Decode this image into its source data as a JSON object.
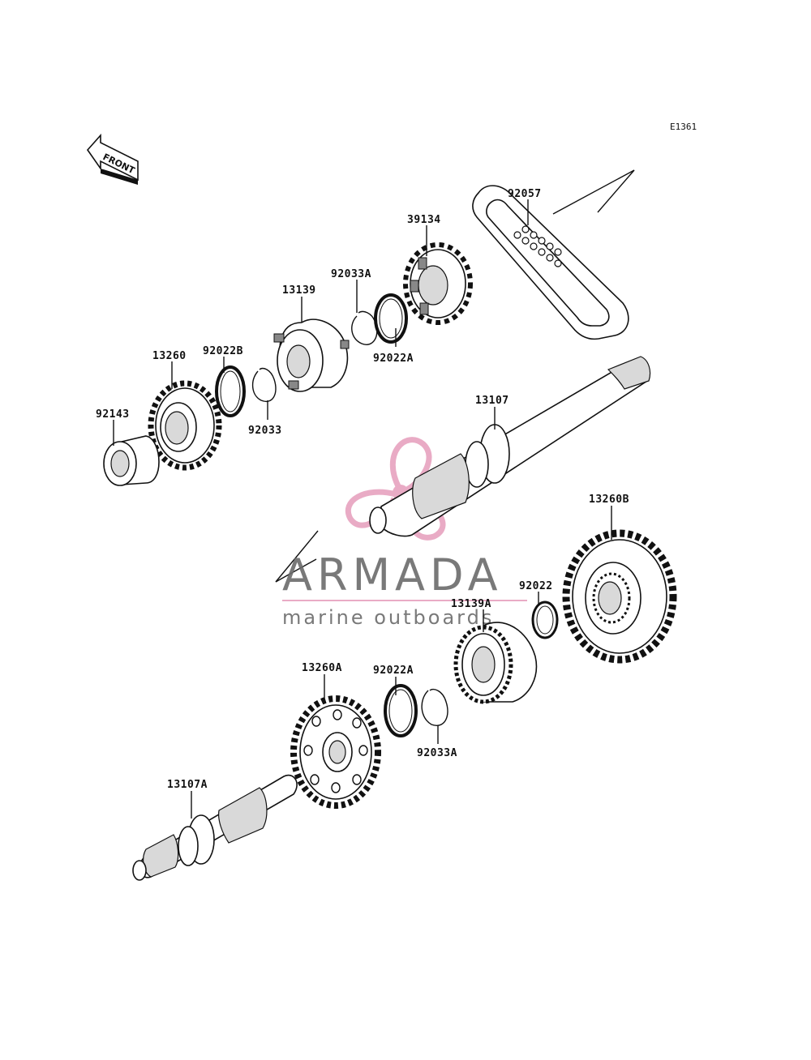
{
  "diagram_code": "E1361",
  "front_marker": "FRONT",
  "watermark": {
    "title": "ARMADA",
    "subtitle": "marine outboards",
    "accent_color": "#e7a3bf"
  },
  "parts": [
    {
      "label": "92057"
    },
    {
      "label": "39134"
    },
    {
      "label": "92033A"
    },
    {
      "label": "13139"
    },
    {
      "label": "92022A"
    },
    {
      "label": "13260"
    },
    {
      "label": "92022B"
    },
    {
      "label": "92143"
    },
    {
      "label": "92033"
    },
    {
      "label": "13107"
    },
    {
      "label": "13260B"
    },
    {
      "label": "92022"
    },
    {
      "label": "13139A"
    },
    {
      "label": "13260A"
    },
    {
      "label": "92022A"
    },
    {
      "label": "92033A"
    },
    {
      "label": "13107A"
    }
  ]
}
